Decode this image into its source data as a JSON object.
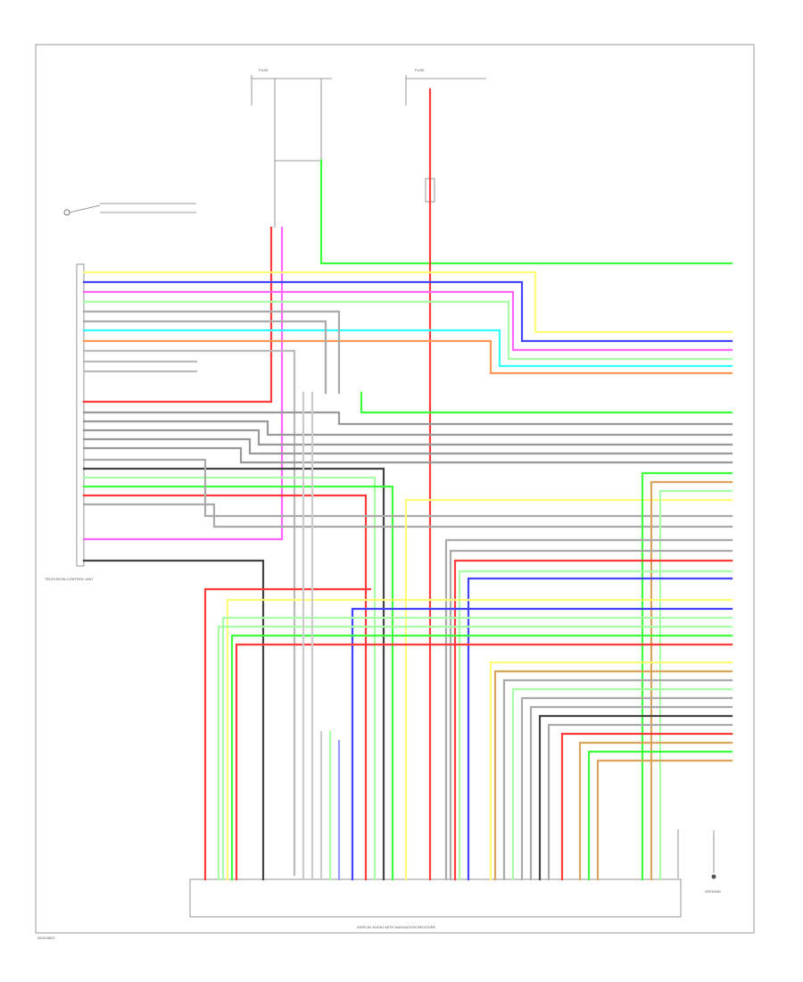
{
  "diagram": {
    "footer_code": "W1004823",
    "connector_title": "DISPLAY AUDIO WITH NAVIGATION RECEIVER",
    "left_component": "TELEVISION CONTROL UNIT",
    "ground_label": "GROUND",
    "fuse_a": "FUSE",
    "fuse_b": "FUSE"
  },
  "colors": {
    "green": "#3dff3d",
    "yellow": "#ffff7a",
    "blue": "#4444ff",
    "violet": "#ff66ff",
    "lightgreen": "#a8ffa8",
    "cyan": "#33ffff",
    "orange": "#ff9955",
    "red": "#ff3b3b",
    "gray": "#888888",
    "black": "#333333",
    "tan": "#d9a55c",
    "lightblue": "#aaddff"
  }
}
